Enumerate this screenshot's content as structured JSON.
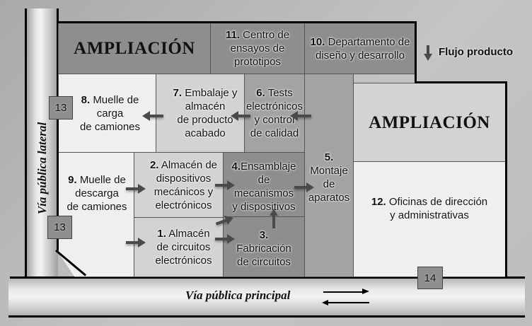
{
  "rooms": {
    "r1": {
      "num": "1.",
      "text": "Almacén de circuitos electrónicos",
      "lines": [
        "Almacén",
        "de circuitos",
        "electrónicos"
      ]
    },
    "r2": {
      "num": "2.",
      "text": "Almacén de dispositivos mecánicos y electrónicos",
      "lines": [
        "Almacén de",
        "dispositivos",
        "mecánicos y",
        "electrónicos"
      ]
    },
    "r3": {
      "num": "3.",
      "text": "Fabricación de circuitos",
      "lines": [
        "Fabricación",
        "de circuitos"
      ]
    },
    "r4": {
      "num": "4.",
      "text": "Ensamblaje de mecanismos y dispositivos",
      "lines": [
        "Ensamblaje",
        "de",
        "mecanismos",
        "y dispositivos"
      ]
    },
    "r5": {
      "num": "5.",
      "text": "Montaje de aparatos",
      "lines": [
        "Montaje",
        "de",
        "aparatos"
      ]
    },
    "r6": {
      "num": "6.",
      "text": "Tests electrónicos y control de calidad",
      "lines": [
        "Tests",
        "electrónicos",
        "y control",
        "de calidad"
      ]
    },
    "r7": {
      "num": "7.",
      "text": "Embalaje y almacén de producto acabado",
      "lines": [
        "Embalaje y",
        "almacén",
        "de producto",
        "acabado"
      ]
    },
    "r8": {
      "num": "8.",
      "text": "Muelle de carga de camiones",
      "lines": [
        "Muelle de",
        "carga",
        "de camiones"
      ]
    },
    "r9": {
      "num": "9.",
      "text": "Muelle de descarga de camiones",
      "lines": [
        "Muelle de",
        "descarga",
        "de camiones"
      ]
    },
    "r10": {
      "num": "10.",
      "text": "Departamento de diseño y desarrollo",
      "lines": [
        "Departamento de",
        "diseño y desarrollo"
      ]
    },
    "r11": {
      "num": "11.",
      "text": "Centro de ensayos de prototipos",
      "lines": [
        "Centro de",
        "ensayos de",
        "prototipos"
      ]
    },
    "r12": {
      "num": "12.",
      "text": "Oficinas de dirección y administrativas",
      "lines": [
        "Oficinas de dirección",
        "y administrativas"
      ]
    }
  },
  "expansion": {
    "top_label": "AMPLIACIÓN",
    "right_label": "AMPLIACIÓN"
  },
  "tags": {
    "tag13_upper": "13",
    "tag13_lower": "13",
    "tag14": "14"
  },
  "roads": {
    "lateral": "Vía pública lateral",
    "main": "Vía pública principal"
  },
  "legend": {
    "label": "Flujo producto",
    "icon": "arrow-down"
  },
  "flows": [
    {
      "from": "9",
      "to": "2"
    },
    {
      "from": "9",
      "to": "1"
    },
    {
      "from": "2",
      "to": "4"
    },
    {
      "from": "1",
      "to": "3"
    },
    {
      "from": "1",
      "to": "4"
    },
    {
      "from": "3",
      "to": "4"
    },
    {
      "from": "4",
      "to": "5"
    },
    {
      "from": "5",
      "to": "6"
    },
    {
      "from": "6",
      "to": "7"
    },
    {
      "from": "7",
      "to": "8"
    }
  ],
  "colors": {
    "dark": "#8e8e8e",
    "mid": "#a3a3a3",
    "light": "#d3d3d3",
    "white": "#efefef",
    "arrow": "#4a4a4a"
  }
}
